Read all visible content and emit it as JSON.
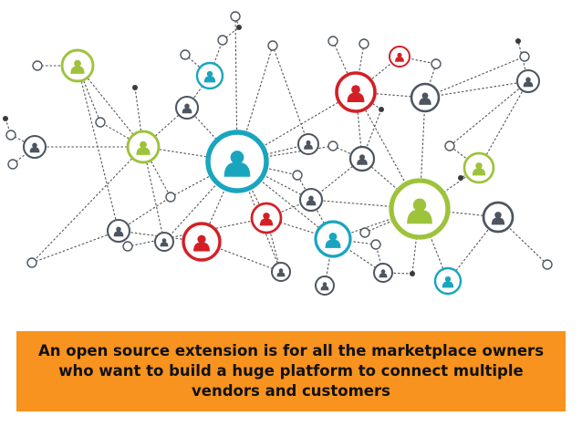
{
  "colors": {
    "background": "#ffffff",
    "edge": "#555555",
    "green": "#9dc33b",
    "teal": "#1aa5bf",
    "red": "#d41f26",
    "gray": "#4d5560",
    "dot": "#3a3a3a",
    "caption_bg": "#f7931e",
    "caption_text": "#111111"
  },
  "network": {
    "icon": "person-silhouette-icon",
    "node_types": [
      "green-person",
      "teal-person",
      "red-person",
      "gray-person",
      "empty-circle",
      "dot"
    ]
  },
  "caption": {
    "text": "An open source extension is for all the marketplace owners who want to build a huge platform to connect multiple vendors and customers"
  }
}
